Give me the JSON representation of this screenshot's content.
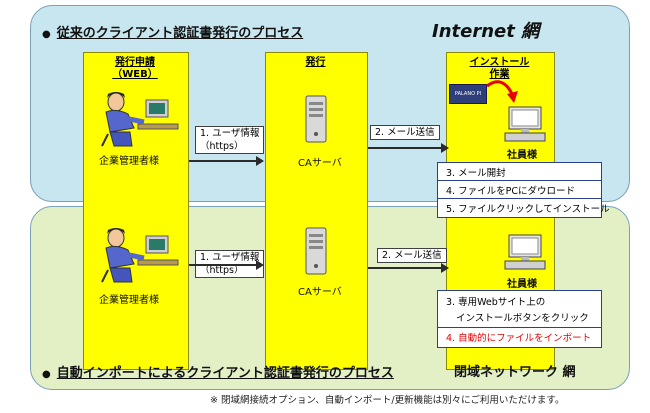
{
  "top_section": {
    "bullet": "●",
    "title": "従来のクライアント認証書発行のプロセス",
    "network": "Internet 網",
    "col_apply_title": "発行申請\n（WEB）",
    "col_issue_title": "発行",
    "col_install_title": "インストール\n作業",
    "admin_label": "企業管理者様",
    "ca_label": "CAサーバ",
    "employee_label": "社員様",
    "msg1_line1": "1. ユーザ情報",
    "msg1_line2": "（https）",
    "msg2": "2. メール送信",
    "steps": [
      "3. メール開封",
      "4. ファイルをPCにダウロード",
      "5. ファイルクリックしてインストール"
    ],
    "badge": "PALANO PI"
  },
  "bottom_section": {
    "bullet": "●",
    "title": "自動インポートによるクライアント認証書発行のプロセス",
    "network": "閉域ネットワーク 網",
    "admin_label": "企業管理者様",
    "ca_label": "CAサーバ",
    "employee_label": "社員様",
    "msg1_line1": "1. ユーザ情報",
    "msg1_line2": "（https）",
    "msg2": "2. メール送信",
    "steps": [
      "3. 専用Webサイト上の",
      "インストールボタンをクリック",
      "4. 自動的にファイルをインポート"
    ]
  },
  "footnote": "※ 閉域網接続オプション、自動インポート/更新機能は別々にご利用いただけます。",
  "colors": {
    "panel_internet": "#c7e6ef",
    "panel_closed": "#e3f0c6",
    "column": "#ffff00",
    "step_border": "#2a3f8f",
    "highlight": "#e60000"
  }
}
